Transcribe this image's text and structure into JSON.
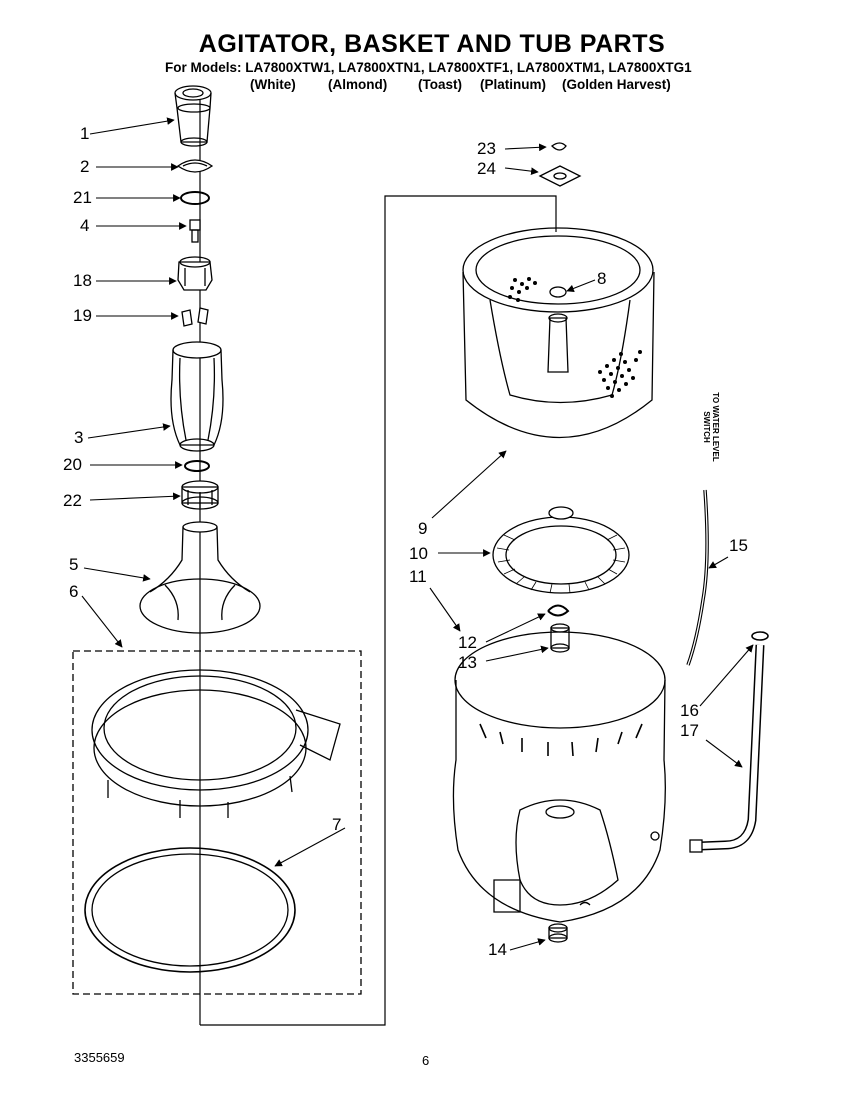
{
  "title": "AGITATOR, BASKET AND TUB PARTS",
  "models": "For Models: LA7800XTW1, LA7800XTN1, LA7800XTF1, LA7800XTM1, LA7800XTG1",
  "colors": [
    "(White)",
    "(Almond)",
    "(Toast)",
    "(Platinum)",
    "(Golden Harvest)"
  ],
  "side_label": [
    "TO WATER LEVEL",
    "SWITCH"
  ],
  "callouts": [
    "1",
    "2",
    "21",
    "4",
    "18",
    "19",
    "3",
    "20",
    "22",
    "5",
    "6",
    "7",
    "23",
    "24",
    "8",
    "9",
    "10",
    "11",
    "12",
    "13",
    "14",
    "15",
    "16",
    "17"
  ],
  "footer": {
    "doc_number": "3355659",
    "page": "6"
  }
}
